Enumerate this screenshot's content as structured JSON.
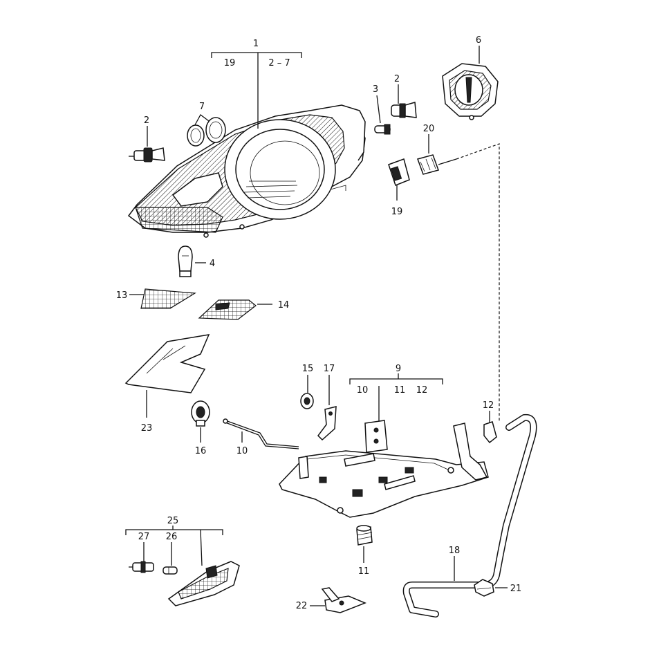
{
  "callouts": {
    "c1": "1",
    "c1_sub_a": "19",
    "c1_sub_b": "2 – 7",
    "c2a": "2",
    "c2b": "2",
    "c3": "3",
    "c4": "4",
    "c6": "6",
    "c7": "7",
    "c9": "9",
    "c9_sub_a": "10",
    "c9_sub_b": "11",
    "c9_sub_c": "12",
    "c10": "10",
    "c11": "11",
    "c12": "12",
    "c13": "13",
    "c14": "14",
    "c15": "15",
    "c16": "16",
    "c17": "17",
    "c18": "18",
    "c19": "19",
    "c20": "20",
    "c21": "21",
    "c22": "22",
    "c23": "23",
    "c25": "25",
    "c25_sub_a": "27",
    "c25_sub_b": "26"
  }
}
